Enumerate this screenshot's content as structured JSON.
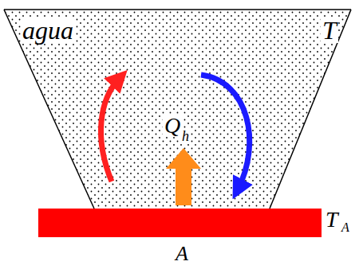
{
  "diagram": {
    "labels": [
      "agua",
      "T",
      "Q",
      "h",
      "T",
      "A",
      "A"
    ]
  }
}
